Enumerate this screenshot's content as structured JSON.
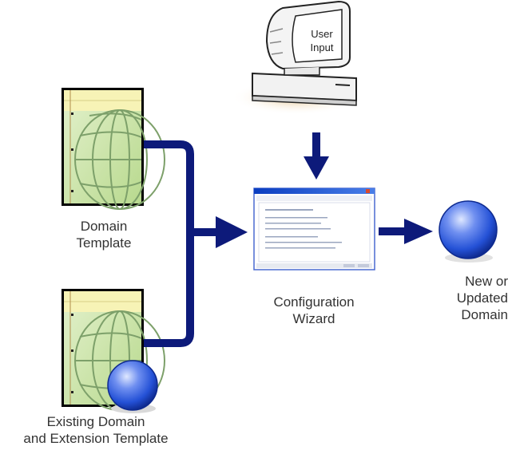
{
  "labels": {
    "domain_template": "Domain\nTemplate",
    "existing_domain_template": "Existing Domain\nand Extension Template",
    "configuration_wizard": "Configuration\nWizard",
    "result_domain": "New or\nUpdated\nDomain",
    "user_input": "User\nInput"
  },
  "icons": {
    "template": "template-document-globe-icon",
    "extension_template": "template-document-globe-sphere-icon",
    "computer": "desktop-computer-icon",
    "wizard": "wizard-window-screenshot",
    "domain": "blue-sphere-icon"
  },
  "colors": {
    "connector": "#0d1a7a",
    "document_fill": "#c9e3a6",
    "document_header": "#f7f3b6",
    "sphere": "#2451d6",
    "window_title": "#2a56c8"
  }
}
